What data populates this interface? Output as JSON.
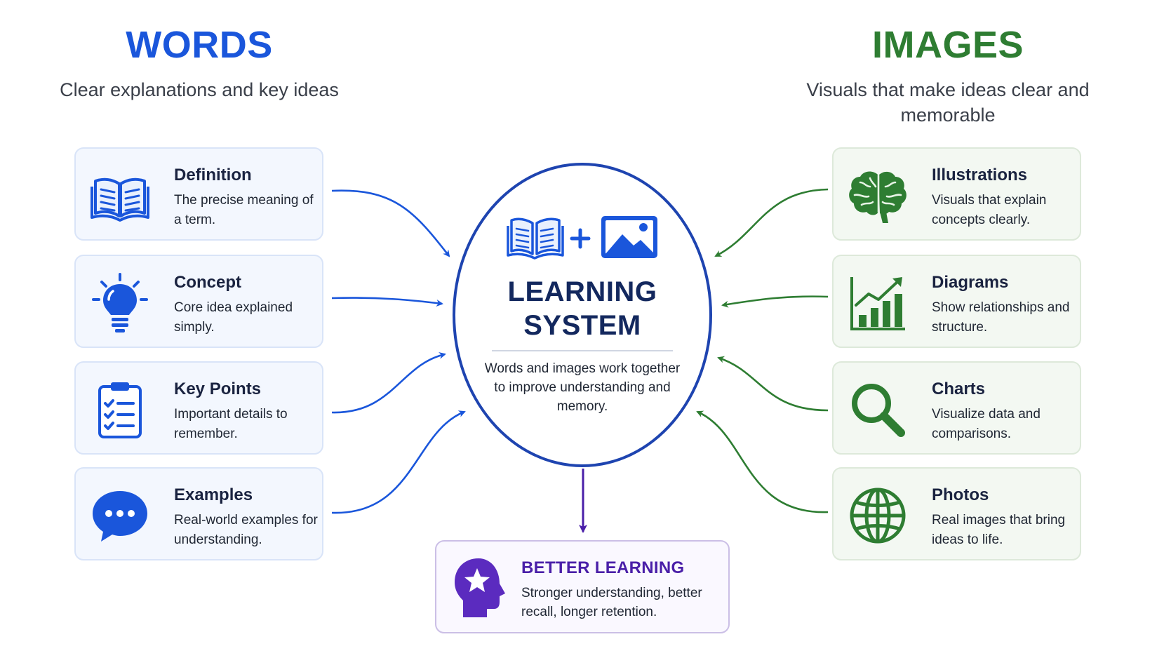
{
  "colors": {
    "words": "#1a56db",
    "images": "#2e7d32",
    "center": "#1e44b0",
    "result": "#4a1fa8"
  },
  "words": {
    "title": "WORDS",
    "subtitle": "Clear explanations and key ideas",
    "items": [
      {
        "title": "Definition",
        "text": "The precise meaning of a term.",
        "icon": "open-book-icon"
      },
      {
        "title": "Concept",
        "text": "Core idea explained simply.",
        "icon": "lightbulb-icon"
      },
      {
        "title": "Key Points",
        "text": "Important details to remember.",
        "icon": "checklist-clipboard-icon"
      },
      {
        "title": "Examples",
        "text": "Real-world examples for understanding.",
        "icon": "chat-bubble-icon"
      }
    ]
  },
  "images": {
    "title": "IMAGES",
    "subtitle": "Visuals that make ideas clear and memorable",
    "items": [
      {
        "title": "Illustrations",
        "text": "Visuals that explain concepts clearly.",
        "icon": "brain-icon"
      },
      {
        "title": "Diagrams",
        "text": "Show relationships and structure.",
        "icon": "bar-chart-trend-icon"
      },
      {
        "title": "Charts",
        "text": "Visualize data and comparisons.",
        "icon": "magnifier-icon"
      },
      {
        "title": "Photos",
        "text": "Real images that bring ideas to life.",
        "icon": "globe-icon"
      }
    ]
  },
  "center": {
    "title": "LEARNING SYSTEM",
    "description": "Words and images work together to improve understanding and memory.",
    "icons": [
      "open-book-icon",
      "plus-icon",
      "picture-icon"
    ]
  },
  "result": {
    "title": "BETTER LEARNING",
    "text": "Stronger understanding, better recall, longer retention.",
    "icon": "head-star-icon"
  }
}
